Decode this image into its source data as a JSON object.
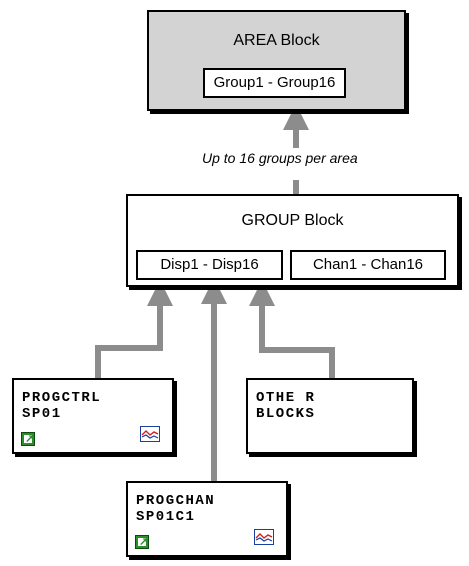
{
  "area_block": {
    "title": "AREA Block",
    "groups_label": "Group1 - Group16"
  },
  "caption": "Up to 16 groups per area",
  "group_block": {
    "title": "GROUP Block",
    "disp_label": "Disp1 - Disp16",
    "chan_label": "Chan1 - Chan16"
  },
  "progctrl": {
    "line1": "PROGCTRL",
    "line2": "SP01"
  },
  "other_blocks": {
    "line1": "OTHE R",
    "line2": "BLOCKS"
  },
  "progchan": {
    "line1": "PROGCHAN",
    "line2": "SP01C1"
  },
  "colors": {
    "area_fill": "#d3d3d3",
    "arrow": "#8c8c8c",
    "link_icon": "#2e8b2e"
  },
  "icons": {
    "link": "shortcut-link-icon",
    "trend": "trend-chart-icon"
  }
}
